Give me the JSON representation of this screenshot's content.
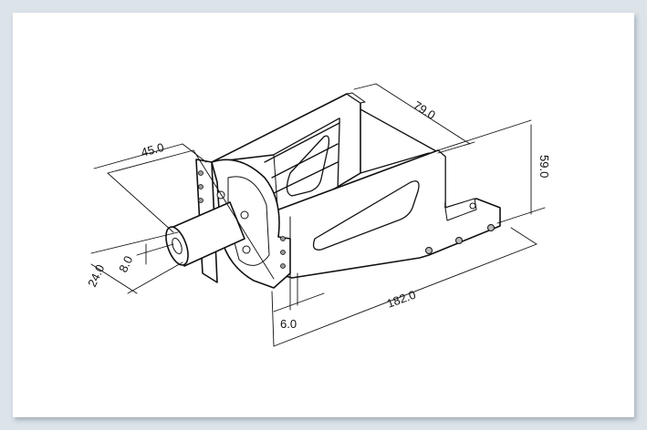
{
  "drawing": {
    "dimensions": {
      "flange_width": "45.0",
      "frame_depth": "79.0",
      "frame_height": "59.0",
      "bore_diameter": "8.0",
      "shaft_diameter": "24.0",
      "plate_thickness": "6.0",
      "overall_length": "182.0"
    }
  }
}
